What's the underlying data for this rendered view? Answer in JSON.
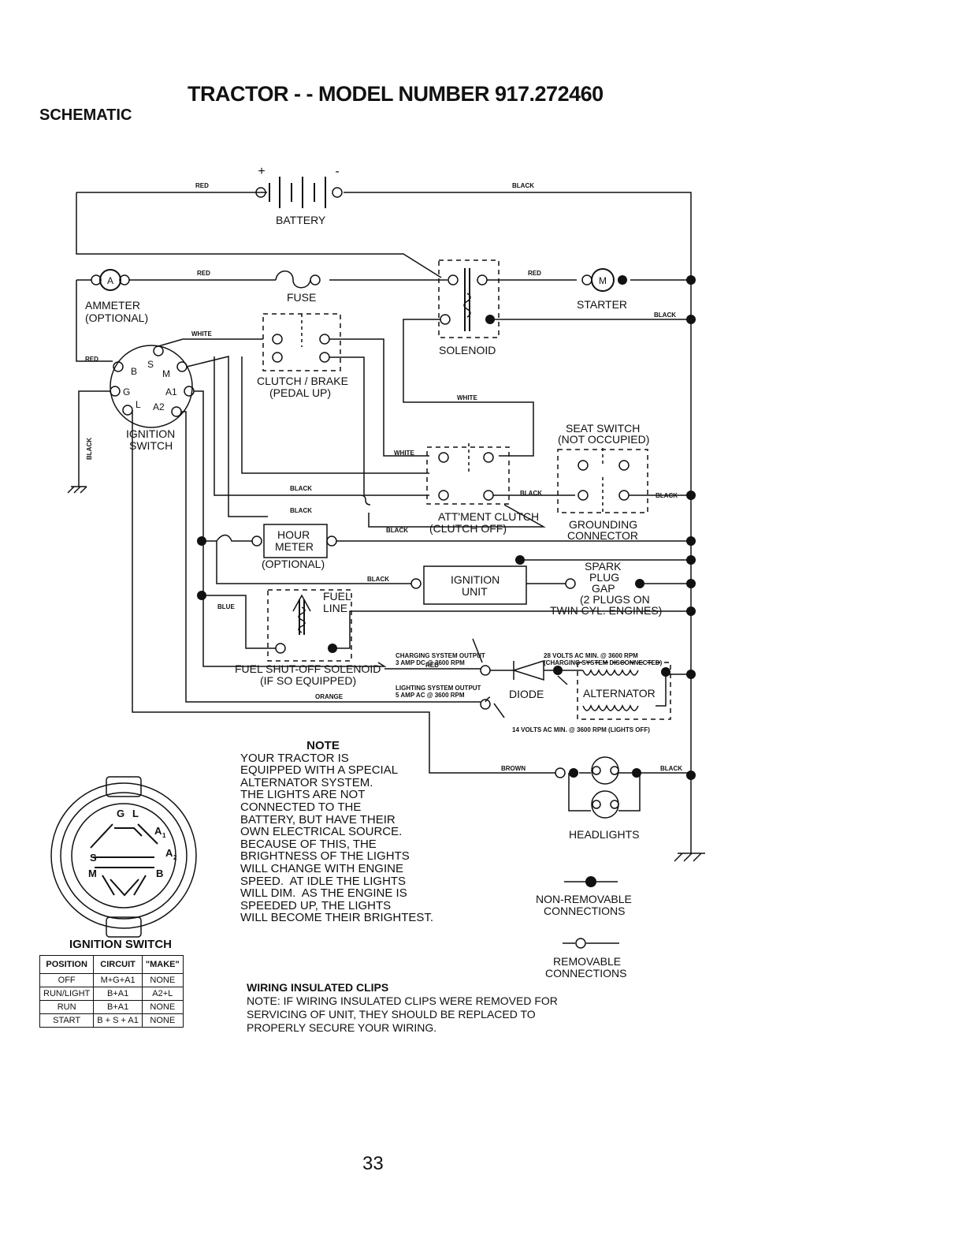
{
  "header": {
    "title": "TRACTOR - - MODEL NUMBER 917.272460",
    "section": "SCHEMATIC"
  },
  "labels": {
    "battery": "BATTERY",
    "plus": "+",
    "minus": "-",
    "ammeter": "AMMETER",
    "ammeter_optional": "(OPTIONAL)",
    "ammeter_symbol": "A",
    "fuse": "FUSE",
    "starter": "STARTER",
    "starter_symbol": "M",
    "solenoid": "SOLENOID",
    "clutch_brake": "CLUTCH / BRAKE",
    "clutch_brake_sub": "(PEDAL UP)",
    "ignition_switch_1": "IGNITION",
    "ignition_switch_2": "SWITCH",
    "term_b": "B",
    "term_s": "S",
    "term_m": "M",
    "term_g": "G",
    "term_a1": "A1",
    "term_l": "L",
    "term_a2": "A2",
    "seat_switch": "SEAT SWITCH",
    "seat_switch_sub": "(NOT OCCUPIED)",
    "att_clutch": "ATT'MENT CLUTCH",
    "att_clutch_sub": "(CLUTCH OFF)",
    "grounding_1": "GROUNDING",
    "grounding_2": "CONNECTOR",
    "hour_meter_1": "HOUR",
    "hour_meter_2": "METER",
    "hour_meter_opt": "(OPTIONAL)",
    "ignition_unit_1": "IGNITION",
    "ignition_unit_2": "UNIT",
    "spark_1": "SPARK",
    "spark_2": "PLUG",
    "spark_3": "GAP",
    "spark_4": "(2 PLUGS ON",
    "spark_5": "TWIN CYL. ENGINES)",
    "fuel_line_1": "FUEL",
    "fuel_line_2": "LINE",
    "fuel_solenoid_1": "FUEL SHUT-OFF SOLENOID",
    "fuel_solenoid_2": "(IF SO EQUIPPED)",
    "charging_1": "CHARGING SYSTEM OUTPUT",
    "charging_2": "3 AMP DC @ 3600 RPM",
    "volts28_1": "28 VOLTS AC MIN. @ 3600 RPM",
    "volts28_2": "(CHARGING SYSTEM DISCONNECTED)",
    "lighting_1": "LIGHTING SYSTEM OUTPUT",
    "lighting_2": "5 AMP AC @ 3600 RPM",
    "diode": "DIODE",
    "alternator": "ALTERNATOR",
    "volts14": "14 VOLTS AC MIN. @ 3600 RPM (LIGHTS OFF)",
    "headlights": "HEADLIGHTS",
    "non_removable_1": "NON-REMOVABLE",
    "non_removable_2": "CONNECTIONS",
    "removable_1": "REMOVABLE",
    "removable_2": "CONNECTIONS"
  },
  "wires": {
    "red": "RED",
    "black": "BLACK",
    "white": "WHITE",
    "blue": "BLUE",
    "orange": "ORANGE",
    "brown": "BROWN"
  },
  "note": {
    "title": "NOTE",
    "body": "YOUR TRACTOR IS\nEQUIPPED WITH A SPECIAL\nALTERNATOR SYSTEM.\nTHE LIGHTS ARE NOT\nCONNECTED TO THE\nBATTERY, BUT HAVE THEIR\nOWN ELECTRICAL SOURCE.\nBECAUSE OF THIS, THE\nBRIGHTNESS OF THE LIGHTS\nWILL CHANGE WITH ENGINE\nSPEED.  AT IDLE THE LIGHTS\nWILL DIM.  AS THE ENGINE IS\nSPEEDED UP, THE LIGHTS\nWILL BECOME THEIR BRIGHTEST."
  },
  "clips": {
    "title": "WIRING INSULATED CLIPS",
    "body": "NOTE: IF WIRING INSULATED CLIPS WERE REMOVED FOR\nSERVICING OF UNIT, THEY SHOULD BE REPLACED TO\nPROPERLY SECURE YOUR WIRING."
  },
  "ignition_face": {
    "g": "G",
    "l": "L",
    "a1": "A",
    "a1_sub": "1",
    "s": "S",
    "a2": "A",
    "a2_sub": "2",
    "m": "M",
    "b": "B"
  },
  "ignition_table": {
    "title": "IGNITION SWITCH",
    "headers": [
      "POSITION",
      "CIRCUIT",
      "\"MAKE\""
    ],
    "rows": [
      [
        "OFF",
        "M+G+A1",
        "NONE"
      ],
      [
        "RUN/LIGHT",
        "B+A1",
        "A2+L"
      ],
      [
        "RUN",
        "B+A1",
        "NONE"
      ],
      [
        "START",
        "B + S + A1",
        "NONE"
      ]
    ]
  },
  "page_number": "33"
}
